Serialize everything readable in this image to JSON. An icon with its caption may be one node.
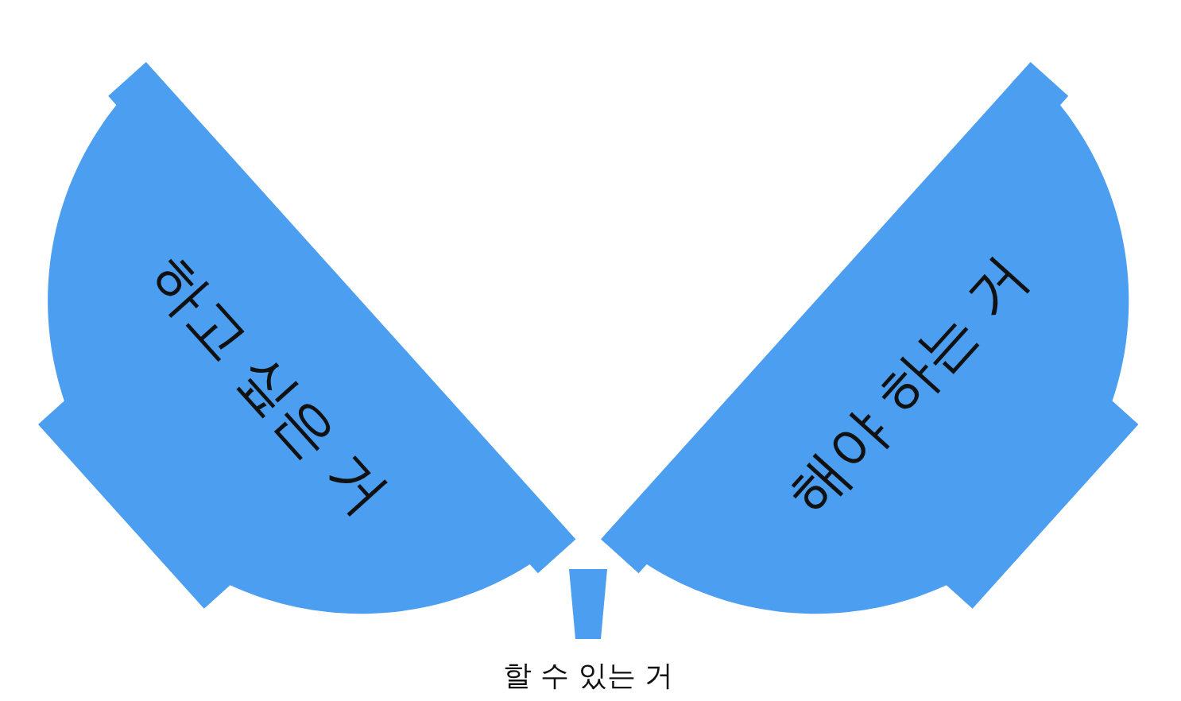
{
  "diagram": {
    "nodes": [
      {
        "text": [
          "하고 싶은 거"
        ]
      },
      {
        "text": [
          "해야 하는 거"
        ]
      },
      {
        "text": [
          "할 수 있는 거"
        ]
      }
    ]
  }
}
